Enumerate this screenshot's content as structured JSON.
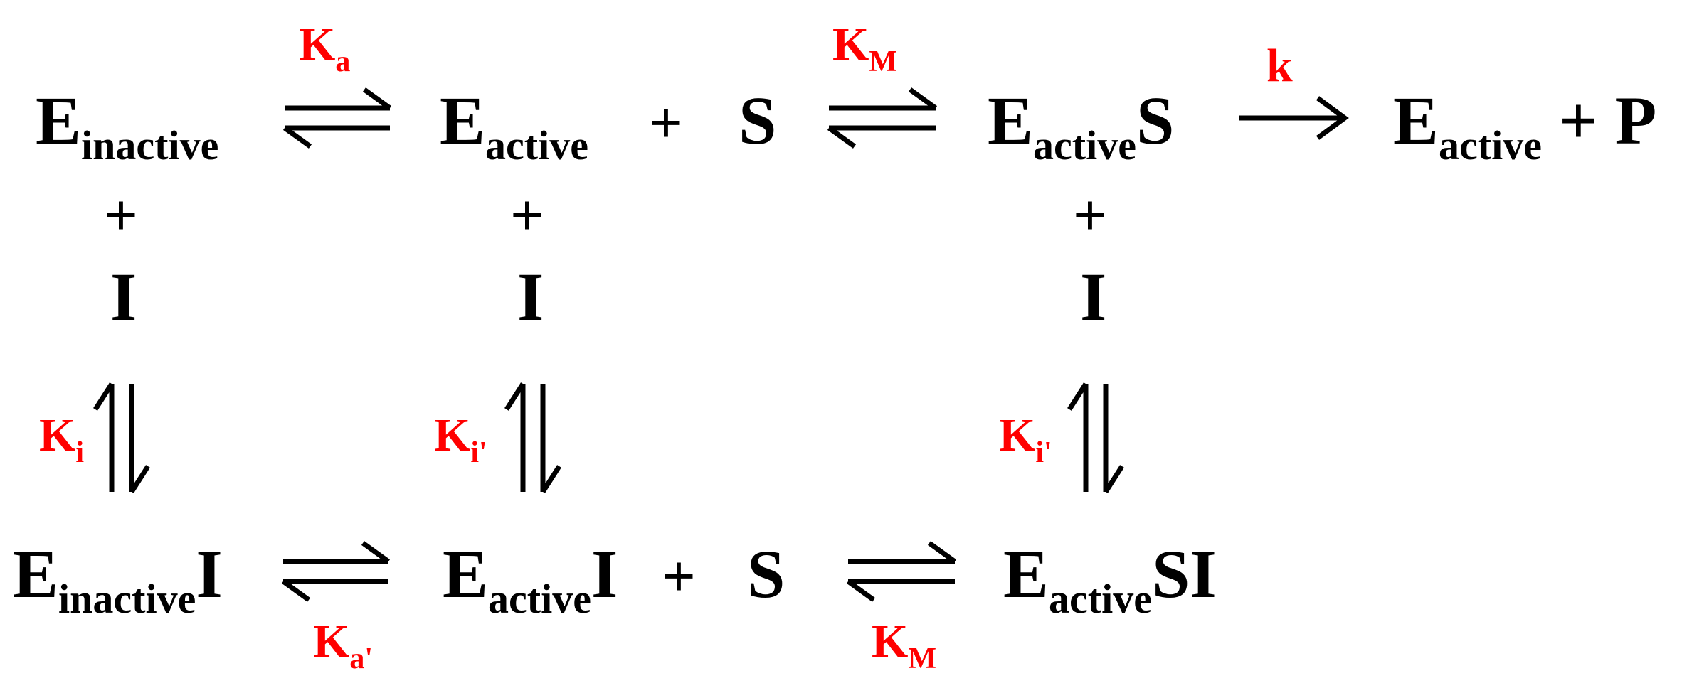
{
  "species": {
    "e_inactive": {
      "main": "E",
      "sub": "inactive",
      "tail": ""
    },
    "e_active": {
      "main": "E",
      "sub": "active",
      "tail": ""
    },
    "s_top": {
      "main": "S"
    },
    "e_active_s": {
      "main": "E",
      "sub": "active",
      "tail": "S"
    },
    "e_active_product": {
      "main": "E",
      "sub": "active",
      "tail": "+ P"
    },
    "i_left": {
      "main": "I"
    },
    "i_mid": {
      "main": "I"
    },
    "i_right": {
      "main": "I"
    },
    "e_inactive_i": {
      "main": "E",
      "sub": "inactive",
      "tail": "I"
    },
    "e_active_i": {
      "main": "E",
      "sub": "active",
      "tail": "I"
    },
    "s_bottom": {
      "main": "S"
    },
    "e_active_si": {
      "main": "E",
      "sub": "active",
      "tail": "SI"
    }
  },
  "operators": {
    "plus": "+"
  },
  "constants": {
    "ka": {
      "main": "K",
      "sub": "a"
    },
    "km_top": {
      "main": "K",
      "sub": "M"
    },
    "k": {
      "main": "k"
    },
    "ki": {
      "main": "K",
      "sub": "i"
    },
    "ki_prime_mid": {
      "main": "K",
      "sub": "i'"
    },
    "ki_prime_right": {
      "main": "K",
      "sub": "i'"
    },
    "ka_prime": {
      "main": "K",
      "sub": "a'"
    },
    "km_bottom": {
      "main": "K",
      "sub": "M"
    }
  },
  "colors": {
    "species": "#000000",
    "constants": "#ff0000"
  }
}
